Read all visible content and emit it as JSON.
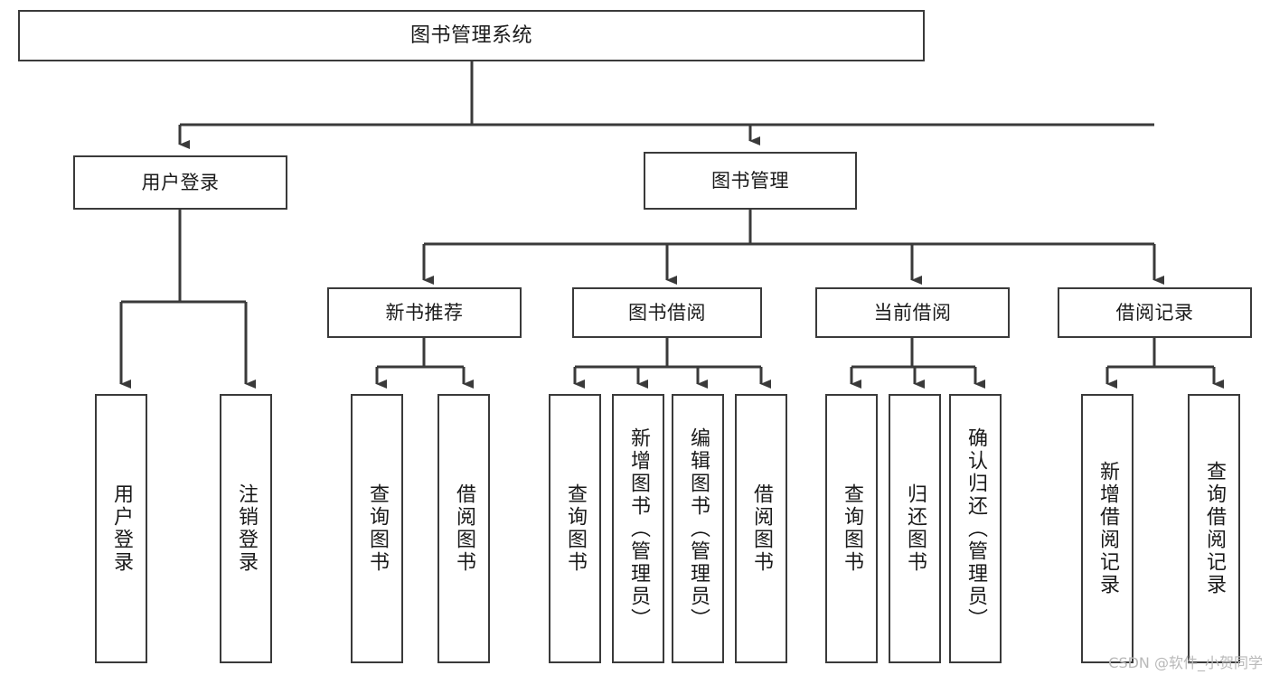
{
  "diagram": {
    "title": "图书管理系统",
    "type": "功能结构图",
    "root": {
      "label": "图书管理系统"
    },
    "level1": [
      {
        "label": "用户登录"
      },
      {
        "label": "图书管理"
      }
    ],
    "level2": [
      {
        "label": "新书推荐"
      },
      {
        "label": "图书借阅"
      },
      {
        "label": "当前借阅"
      },
      {
        "label": "借阅记录"
      }
    ],
    "leaves": {
      "user_login": [
        {
          "label": "用户登录"
        },
        {
          "label": "注销登录"
        }
      ],
      "new_book_recommend": [
        {
          "label": "查询图书"
        },
        {
          "label": "借阅图书"
        }
      ],
      "book_borrow": [
        {
          "label": "查询图书"
        },
        {
          "label": "新增图书（管理员）"
        },
        {
          "label": "编辑图书（管理员）"
        },
        {
          "label": "借阅图书"
        }
      ],
      "current_borrow": [
        {
          "label": "查询图书"
        },
        {
          "label": "归还图书"
        },
        {
          "label": "确认归还（管理员）"
        }
      ],
      "borrow_record": [
        {
          "label": "新增借阅记录"
        },
        {
          "label": "查询借阅记录"
        }
      ]
    }
  },
  "watermark": {
    "text": "CSDN @软件_小贺同学"
  },
  "colors": {
    "stroke": "#3a3a3a",
    "box_fill": "#ffffff",
    "text": "#1a1a1a",
    "watermark": "#b9b9b9"
  }
}
